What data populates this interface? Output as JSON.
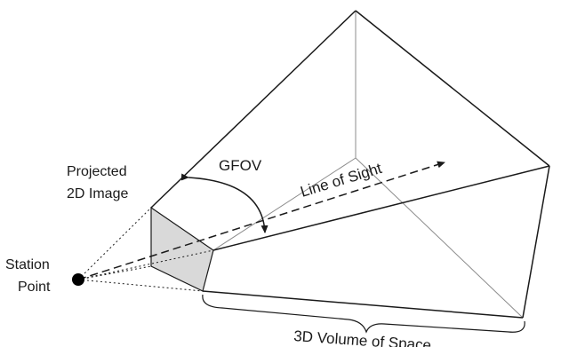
{
  "labels": {
    "projected_line1": "Projected",
    "projected_line2": "2D Image",
    "gfov": "GFOV",
    "line_of_sight": "Line of Sight",
    "station_line1": "Station",
    "station_line2": "Point",
    "volume": "3D Volume of Space"
  },
  "colors": {
    "stroke": "#1a1a1a",
    "image_plane_fill": "#d9d9d9",
    "hidden_edge": "#8c8c8c",
    "station_point": "#000000"
  }
}
